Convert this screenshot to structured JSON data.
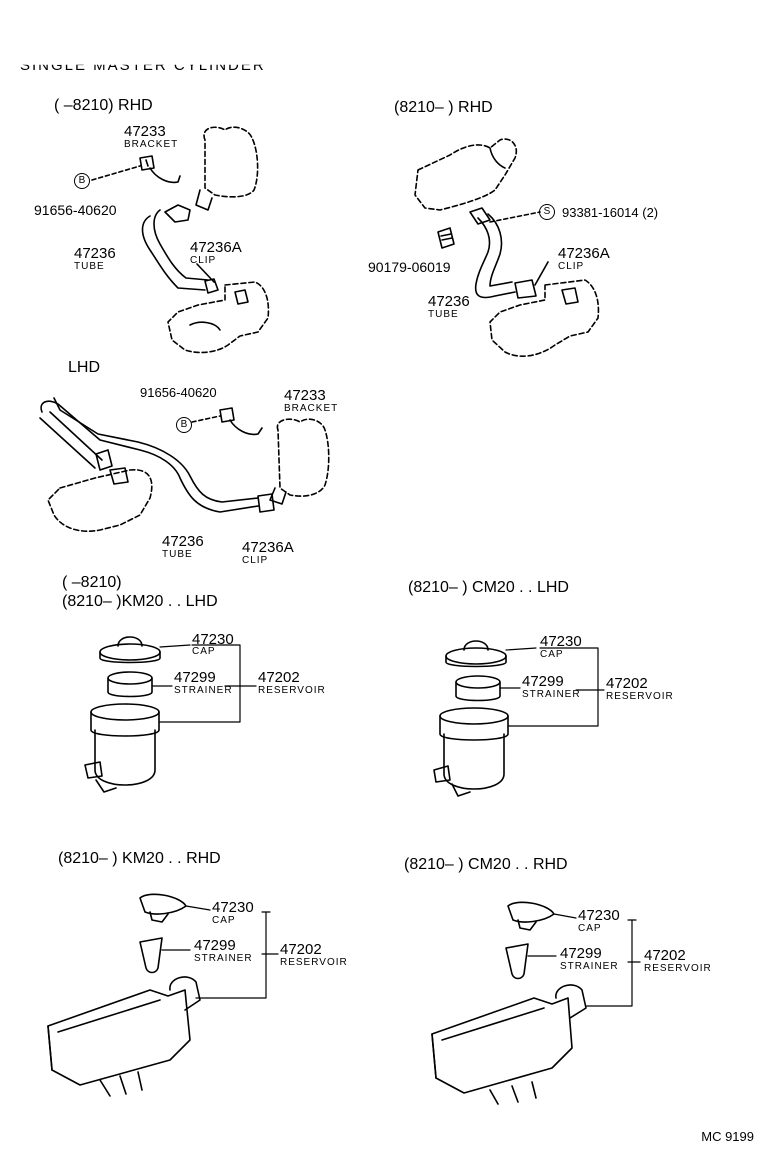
{
  "page_title": "SINGLE MASTER CYLINDER",
  "footer": "MC 9199",
  "sections": {
    "s1": {
      "heading": "(      –8210) RHD"
    },
    "s2": {
      "heading": "(8210–       ) RHD"
    },
    "s3": {
      "heading": "LHD"
    },
    "s4": {
      "heading_line1": "(      –8210)",
      "heading_line2": "(8210–       )KM20 . . LHD"
    },
    "s5": {
      "heading": "(8210–       ) CM20 . . LHD"
    },
    "s6": {
      "heading": "(8210–       ) KM20 . . RHD"
    },
    "s7": {
      "heading": "(8210–       ) CM20 . . RHD"
    }
  },
  "parts": {
    "p47233": {
      "number": "47233",
      "name": "BRACKET"
    },
    "p47236": {
      "number": "47236",
      "name": "TUBE"
    },
    "p47236A": {
      "number": "47236A",
      "name": "CLIP"
    },
    "p47230": {
      "number": "47230",
      "name": "CAP"
    },
    "p47299": {
      "number": "47299",
      "name": "STRAINER"
    },
    "p47202": {
      "number": "47202",
      "name": "RESERVOIR"
    },
    "p91656": {
      "number": "91656-40620",
      "marker": "B"
    },
    "p93381": {
      "number": "93381-16014 (2)",
      "marker": "S"
    },
    "p90179": {
      "number": "90179-06019"
    }
  }
}
